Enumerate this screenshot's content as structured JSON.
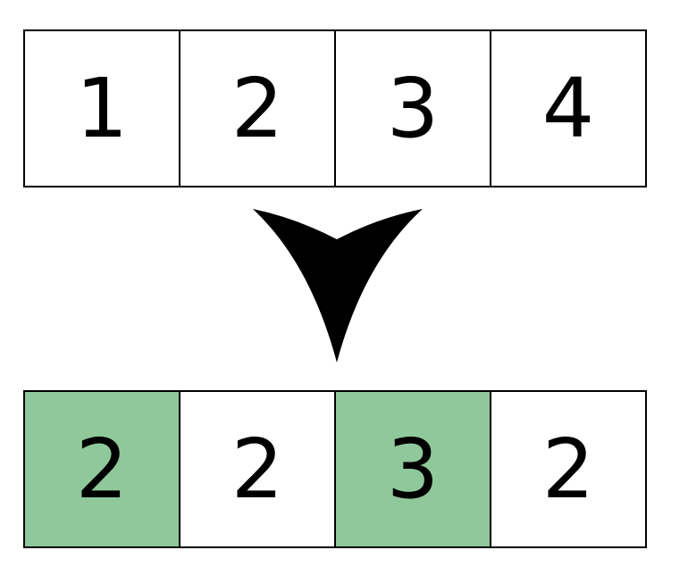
{
  "input_array": {
    "cells": [
      {
        "value": "1",
        "highlighted": false
      },
      {
        "value": "2",
        "highlighted": false
      },
      {
        "value": "3",
        "highlighted": false
      },
      {
        "value": "4",
        "highlighted": false
      }
    ]
  },
  "output_array": {
    "cells": [
      {
        "value": "2",
        "highlighted": true
      },
      {
        "value": "2",
        "highlighted": false
      },
      {
        "value": "3",
        "highlighted": true
      },
      {
        "value": "2",
        "highlighted": false
      }
    ]
  },
  "colors": {
    "highlight": "#8fc89a",
    "cell_background": "#ffffff",
    "border": "#000000",
    "arrow": "#000000"
  },
  "arrow_icon": "arrow-down-icon"
}
